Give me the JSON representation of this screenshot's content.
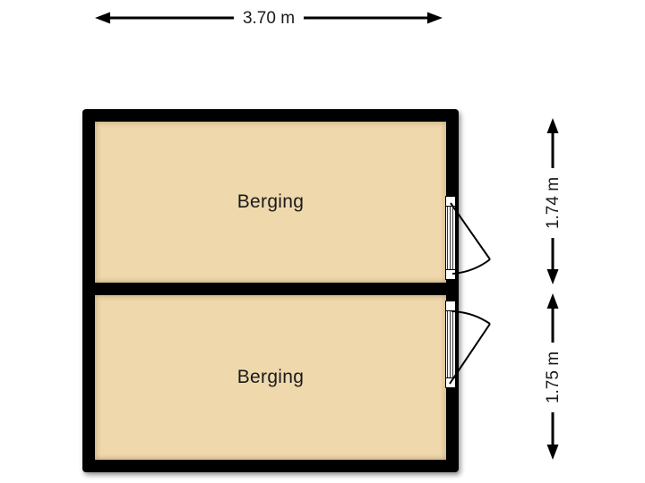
{
  "colors": {
    "background": "#ffffff",
    "wall": "#000000",
    "floor": "#efd8ac",
    "line": "#000000",
    "label_bg": "#ffffff",
    "text": "#1a1a1a"
  },
  "plan": {
    "type": "floor-plan",
    "width_label": "3.70 m",
    "rooms": [
      {
        "name": "Berging",
        "height_label": "1.74 m"
      },
      {
        "name": "Berging",
        "height_label": "1.75 m"
      }
    ]
  }
}
